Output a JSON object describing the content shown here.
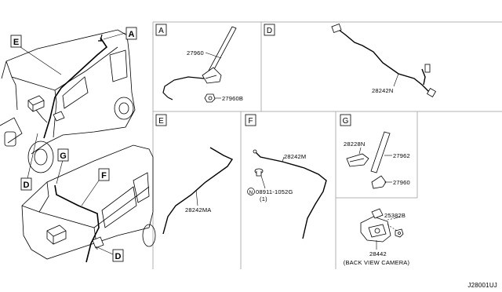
{
  "overview_callouts": [
    "E",
    "A",
    "G",
    "F",
    "D",
    "D"
  ],
  "panels": {
    "A": {
      "letter": "A",
      "parts": [
        "27960",
        "27960B"
      ]
    },
    "D": {
      "letter": "D",
      "parts": [
        "28242N"
      ]
    },
    "E": {
      "letter": "E",
      "parts": [
        "28242MA"
      ]
    },
    "F": {
      "letter": "F",
      "parts": [
        "28242M",
        "08911-1052G",
        "(1)"
      ]
    },
    "G": {
      "letter": "G",
      "parts": [
        "28228N",
        "27962",
        "27960"
      ]
    },
    "camera": {
      "parts": [
        "25382B",
        "28442"
      ],
      "caption": "(BACK VIEW CAMERA)"
    }
  },
  "footer": {
    "diagram_code": "J28001UJ"
  },
  "symbols": {
    "nut_symbol": "N"
  },
  "colors": {
    "line": "#000000",
    "panel_border": "#b0b0b0",
    "background": "#ffffff"
  }
}
